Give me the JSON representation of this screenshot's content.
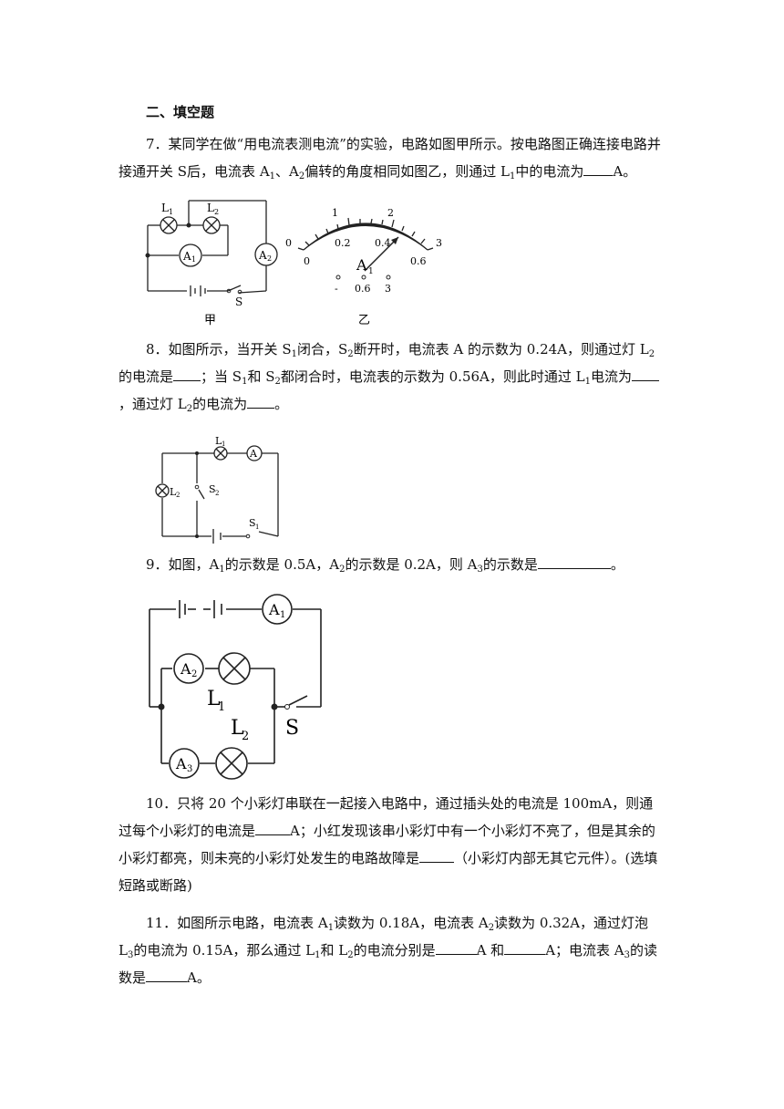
{
  "section_title": "二、填空题",
  "q7": {
    "num": "7．",
    "t1": "某同学在做“用电流表测电流”的实验，电路如图甲所示。按电路图正确连接电路并接通开关 S后，电流表 A",
    "t2": "、A",
    "t3": "偏转的角度相同如图乙，则通过 L",
    "t4": "中的电流为",
    "t5": "A。",
    "fig_jia_caption": "甲",
    "fig_yi_caption": "乙",
    "meter": {
      "top_scale": [
        "0",
        "1",
        "2",
        "3"
      ],
      "bottom_scale": [
        "0",
        "0.2",
        "0.4",
        "0.6"
      ],
      "label": "A",
      "terminals": [
        "-",
        "0.6",
        "3"
      ]
    }
  },
  "q8": {
    "num": "8．",
    "t1": "如图所示，当开关 S",
    "t2": "闭合，S",
    "t3": "断开时，电流表 A 的示数为 0.24A，则通过灯 L",
    "t4": "的电流是",
    "t5": "；当 S",
    "t6": "和 S",
    "t7": "都闭合时，电流表的示数为 0.56A，则此时通过 L",
    "t8": "电流为",
    "t9": "，通过灯 L",
    "t10": "的电流为",
    "t11": "。"
  },
  "q9": {
    "num": "9．",
    "t1": "如图，A",
    "t2": "的示数是 0.5A，A",
    "t3": "的示数是 0.2A，则 A",
    "t4": "的示数是",
    "t5": "。"
  },
  "q10": {
    "num": "10．",
    "text1": "只将 20 个小彩灯串联在一起接入电路中，通过插头处的电流是 100mA，则通过每个小彩灯的电流是",
    "text2": "A；小红发现该串小彩灯中有一个小彩灯不亮了，但是其余的小彩灯都亮，则未亮的小彩灯处发生的电路故障是",
    "text3": "（小彩灯内部无其它元件）。(选填短路或断路)"
  },
  "q11": {
    "num": "11．",
    "t1": "如图所示电路，电流表 A",
    "t2": "读数为 0.18A，电流表 A",
    "t3": "读数为 0.32A，通过灯泡 L",
    "t4": "的电流为 0.15A，那么通过 L",
    "t5": "和 L",
    "t6": "的电流分别是",
    "t7": "A 和",
    "t8": "A；电流表 A",
    "t9": "的读数是",
    "t10": "A。"
  },
  "labels": {
    "L": "L",
    "A": "A",
    "S": "S",
    "s1": "1",
    "s2": "2",
    "s3": "3"
  }
}
